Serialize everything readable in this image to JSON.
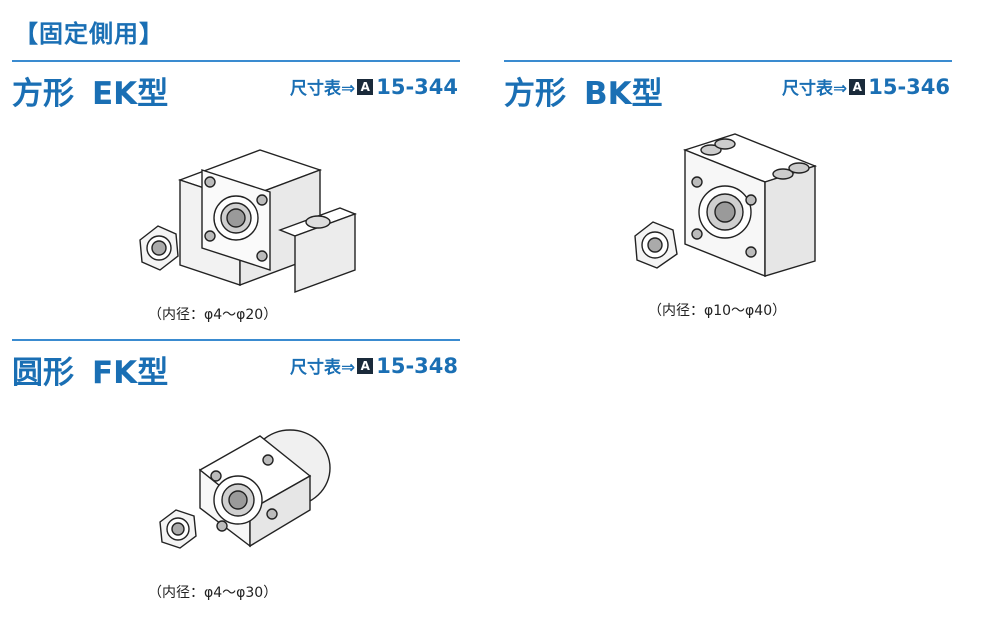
{
  "section_title": "【固定側用】",
  "products": [
    {
      "shape": "方形",
      "model": "EK型",
      "ref_label": "尺寸表⇒",
      "ref_badge": "A",
      "ref_page": "15-344",
      "caption": "（内径：φ4～φ20）",
      "icon": "square-support-unit-drawing"
    },
    {
      "shape": "方形",
      "model": "BK型",
      "ref_label": "尺寸表⇒",
      "ref_badge": "A",
      "ref_page": "15-346",
      "caption": "（内径：φ10～φ40）",
      "icon": "square-support-unit-drawing"
    },
    {
      "shape": "圆形",
      "model": "FK型",
      "ref_label": "尺寸表⇒",
      "ref_badge": "A",
      "ref_page": "15-348",
      "caption": "（内径：φ4～φ30）",
      "icon": "round-support-unit-drawing"
    }
  ],
  "colors": {
    "heading": "#1a6fb4",
    "rule": "#3a8bd0",
    "badge": "#1a2a3a"
  }
}
